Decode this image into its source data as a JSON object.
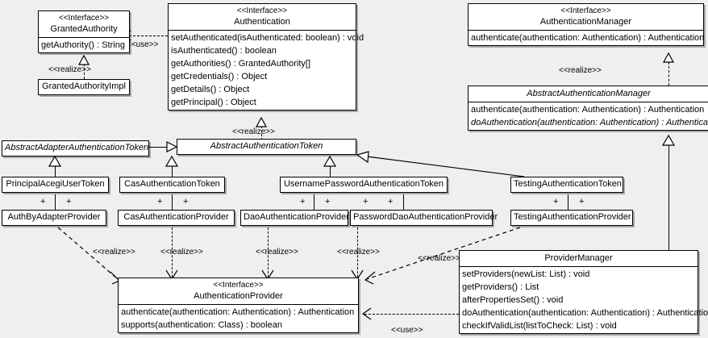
{
  "diagram": {
    "kind": "uml-class-diagram",
    "background_color": "#efefef",
    "box_fill": "#ffffff",
    "line_color": "#000000"
  },
  "classes": {
    "granted_authority": {
      "stereotype": "<<Interface>>",
      "name": "GrantedAuthority",
      "abstract": false,
      "operations": [
        "getAuthority() : String"
      ]
    },
    "granted_authority_impl": {
      "stereotype": "",
      "name": "GrantedAuthorityImpl",
      "abstract": false,
      "operations": []
    },
    "authentication": {
      "stereotype": "<<Interface>>",
      "name": "Authentication",
      "abstract": false,
      "operations": [
        "setAuthenticated(isAuthenticated: boolean) : void",
        "isAuthenticated() : boolean",
        "getAuthorities() : GrantedAuthority[]",
        "getCredentials() : Object",
        "getDetails() : Object",
        "getPrincipal() : Object"
      ]
    },
    "authentication_manager": {
      "stereotype": "<<Interface>>",
      "name": "AuthenticationManager",
      "abstract": false,
      "operations": [
        "authenticate(authentication: Authentication) : Authentication"
      ]
    },
    "abstract_authentication_manager": {
      "stereotype": "",
      "name": "AbstractAuthenticationManager",
      "abstract": true,
      "operations": [
        "authenticate(authentication: Authentication) : Authentication",
        "doAuthentication(authentication: Authentication) : Authentication"
      ],
      "abstract_operations": [
        false,
        true
      ]
    },
    "abstract_adapter_authentication_token": {
      "stereotype": "",
      "name": "AbstractAdapterAuthenticationToken",
      "abstract": true,
      "operations": []
    },
    "abstract_authentication_token": {
      "stereotype": "",
      "name": "AbstractAuthenticationToken",
      "abstract": true,
      "operations": []
    },
    "principal_acegi_user_token": {
      "stereotype": "",
      "name": "PrincipalAcegiUserToken",
      "abstract": false,
      "operations": []
    },
    "cas_authentication_token": {
      "stereotype": "",
      "name": "CasAuthenticationToken",
      "abstract": false,
      "operations": []
    },
    "username_password_authentication_token": {
      "stereotype": "",
      "name": "UsernamePasswordAuthenticationToken",
      "abstract": false,
      "operations": []
    },
    "testing_authentication_token": {
      "stereotype": "",
      "name": "TestingAuthenticationToken",
      "abstract": false,
      "operations": []
    },
    "auth_by_adapter_provider": {
      "stereotype": "",
      "name": "AuthByAdapterProvider",
      "abstract": false,
      "operations": []
    },
    "cas_authentication_provider": {
      "stereotype": "",
      "name": "CasAuthenticationProvider",
      "abstract": false,
      "operations": []
    },
    "dao_authentication_provider": {
      "stereotype": "",
      "name": "DaoAuthenticationProvider",
      "abstract": false,
      "operations": []
    },
    "password_dao_authentication_provider": {
      "stereotype": "",
      "name": "PasswordDaoAuthenticationProvider",
      "abstract": false,
      "operations": []
    },
    "testing_authentication_provider": {
      "stereotype": "",
      "name": "TestingAuthenticationProvider",
      "abstract": false,
      "operations": []
    },
    "authentication_provider": {
      "stereotype": "<<Interface>>",
      "name": "AuthenticationProvider",
      "abstract": false,
      "operations": [
        "authenticate(authentication: Authentication) : Authentication",
        "supports(authentication: Class) : boolean"
      ]
    },
    "provider_manager": {
      "stereotype": "",
      "name": "ProviderManager",
      "abstract": false,
      "operations": [
        "setProviders(newList: List) : void",
        "getProviders() : List",
        "afterPropertiesSet() : void",
        "doAuthentication(authentication: Authentication) : Authentication",
        "checkIfValidList(listToCheck: List) : void"
      ]
    }
  },
  "relationship_labels": {
    "use_authentication_to_granted_authority": "<<use>>",
    "realize_granted_authority_impl": "<<realize>>",
    "realize_abstract_authentication_token": "<<realize>>",
    "realize_abstract_authentication_manager": "<<realize>>",
    "realize_auth_by_adapter_provider": "<<realize>>",
    "realize_cas_authentication_provider": "<<realize>>",
    "realize_dao_authentication_provider": "<<realize>>",
    "realize_password_dao_authentication_provider": "<<realize>>",
    "realize_testing_authentication_provider": "<<realize>>",
    "use_provider_manager_to_authentication_provider": "<<use>>"
  },
  "association_markers": {
    "visibility_plus": "+",
    "counts": {
      "principal_acegi_user_token": 2,
      "cas_authentication_token": 2,
      "username_password_authentication_token": 4,
      "testing_authentication_token": 2
    }
  }
}
